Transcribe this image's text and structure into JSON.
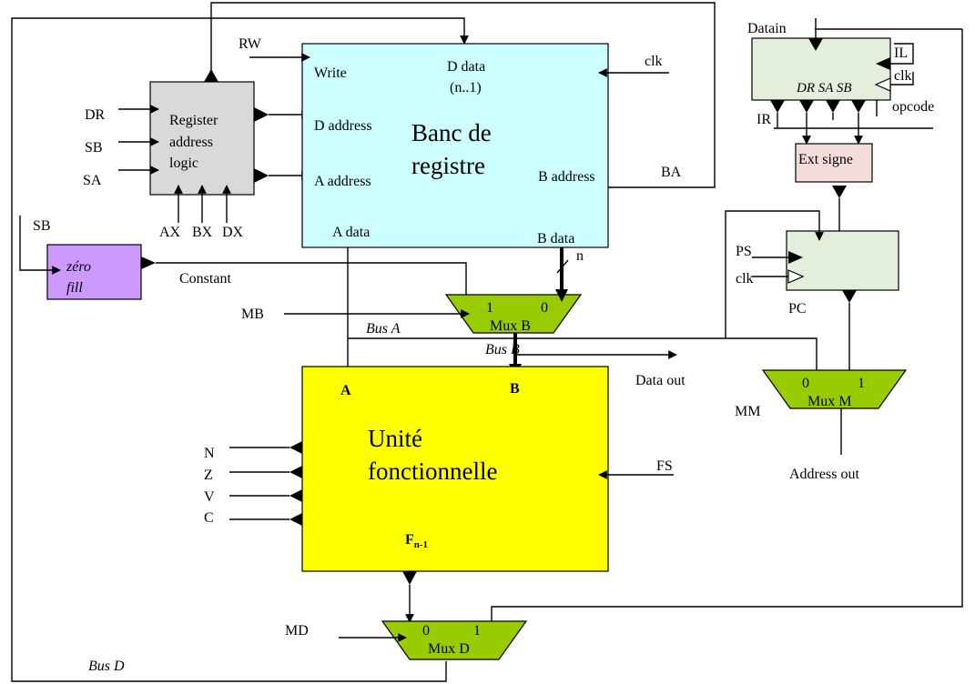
{
  "register_file": {
    "title_line1": "Banc de",
    "title_line2": "registre",
    "write": "Write",
    "d_data": "D data",
    "d_data_range": "(n..1)",
    "d_address": "D address",
    "a_address": "A address",
    "b_address": "B address",
    "a_data": "A data",
    "b_data": "B data",
    "clk": "clk",
    "rw": "RW",
    "ba": "BA",
    "n": "n"
  },
  "address_logic": {
    "line1": "Register",
    "line2": "address",
    "line3": "logic",
    "inputs": [
      "DR",
      "SB",
      "SA"
    ],
    "bottom_inputs": [
      "AX",
      "BX",
      "DX"
    ]
  },
  "zero_fill": {
    "line1": "zéro",
    "line2": "fill",
    "input": "SB",
    "output": "Constant"
  },
  "mux_b": {
    "label": "Mux B",
    "in1": "1",
    "in0": "0",
    "select": "MB"
  },
  "buses": {
    "bus_a": "Bus A",
    "bus_b": "Bus B",
    "bus_d": "Bus D",
    "data_out": "Data out"
  },
  "function_unit": {
    "title_line1": "Unité",
    "title_line2": "fonctionnelle",
    "in_a": "A",
    "in_b": "B",
    "flags": [
      "N",
      "Z",
      "V",
      "C"
    ],
    "fs": "FS",
    "output": "F",
    "output_sub": "n-1"
  },
  "mux_d": {
    "label": "Mux D",
    "in0": "0",
    "in1": "1",
    "select": "MD"
  },
  "instruction_register": {
    "datain": "Datain",
    "fields": "DR SA SB",
    "il": "IL",
    "clk": "clk",
    "opcode": "opcode",
    "ir": "IR"
  },
  "ext_sign": {
    "label": "Ext signe"
  },
  "pc": {
    "label": "PC",
    "ps": "PS",
    "clk": "clk"
  },
  "mux_m": {
    "label": "Mux M",
    "in0": "0",
    "in1": "1",
    "select": "MM",
    "output": "Address out"
  },
  "colors": {
    "register_file": "#ccffff",
    "address_logic": "#d9d9d9",
    "zero_fill": "#cc99ff",
    "mux": "#99cc00",
    "function_unit": "#ffff00",
    "ir_pc": "#e3efda",
    "ext_sign": "#f4dcdb"
  }
}
